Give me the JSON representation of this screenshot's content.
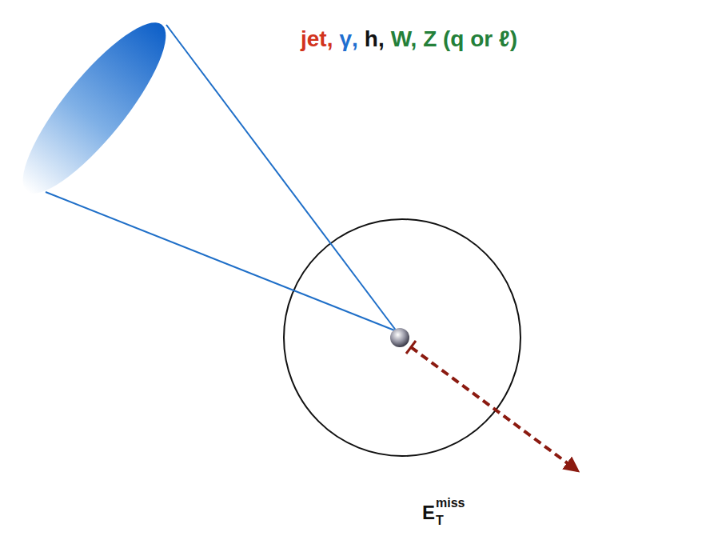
{
  "diagram": {
    "labels": [
      "jet,",
      "γ,",
      "h,",
      "W, Z (q or ℓ)",
      "E",
      "T",
      "miss"
    ]
  }
}
